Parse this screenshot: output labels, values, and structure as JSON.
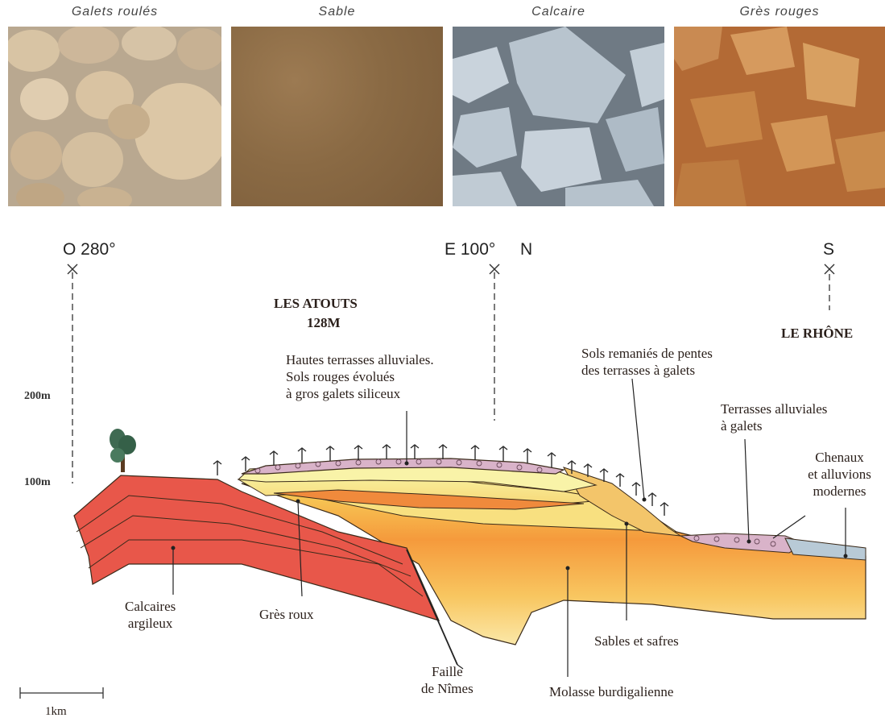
{
  "photos": [
    {
      "label": "Galets roulés",
      "icon": "pebbles-photo"
    },
    {
      "label": "Sable",
      "icon": "sand-photo"
    },
    {
      "label": "Calcaire",
      "icon": "limestone-photo"
    },
    {
      "label": "Grès rouges",
      "icon": "red-sandstone-photo"
    }
  ],
  "compass": {
    "west": "O 280°",
    "east": "E 100°",
    "north": "N",
    "south": "S"
  },
  "altitude": {
    "alt200": "200m",
    "alt100": "100m"
  },
  "places": {
    "atouts_name": "LES ATOUTS",
    "atouts_alt": "128M",
    "rhone": "LE RHÔNE"
  },
  "labels": {
    "hautes_terrasses": "Hautes terrasses alluviales.\nSols rouges évolués\nà gros galets siliceux",
    "sols_remanies": "Sols remaniés de pentes\ndes terrasses à galets",
    "terrasses_alluviales": "Terrasses alluviales\nà galets",
    "chenaux": "Chenaux\net alluvions\nmodernes",
    "calcaires": "Calcaires\nargileux",
    "gres_roux": "Grès roux",
    "sables_safres": "Sables et safres",
    "faille": "Faille\nde Nîmes",
    "molasse": "Molasse burdigalienne"
  },
  "scale": {
    "label": "1km"
  },
  "colors": {
    "calcaire_red": "#e8554a",
    "gres_orange": "#f08a3c",
    "molasse_yellow": "#f7d35a",
    "terrace_pink": "#d9b3c9",
    "sand_light": "#f8ef9c",
    "river_blue": "#b8cad6"
  }
}
